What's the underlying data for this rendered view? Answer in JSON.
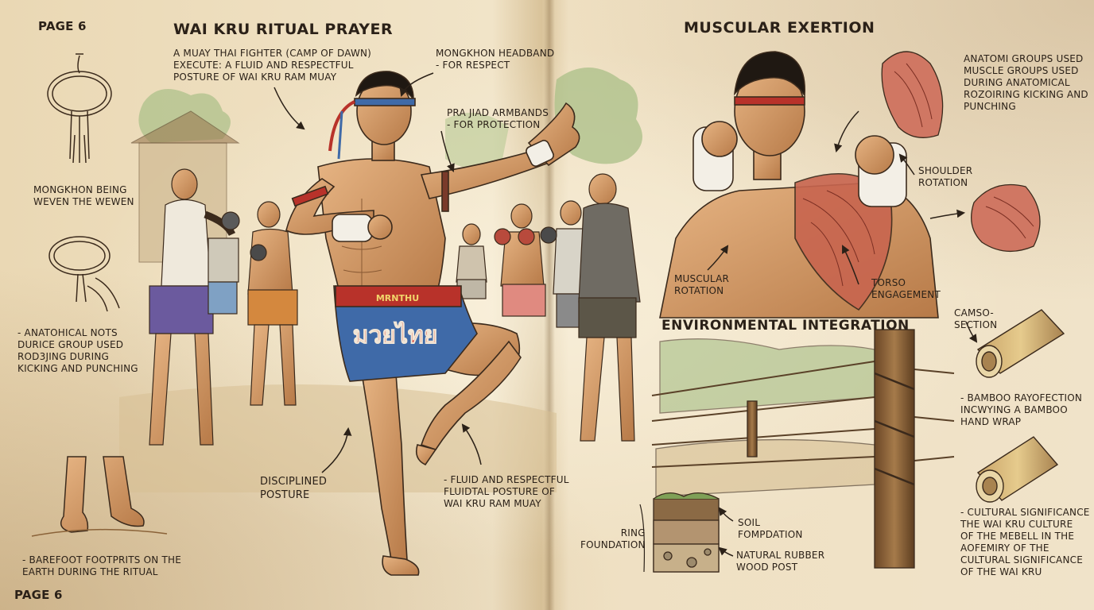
{
  "page_numbers": {
    "top": "PAGE 6",
    "bottom": "PAGE 6"
  },
  "left_page": {
    "title": "WAI KRU RITUAL PRAYER",
    "intro": "A MUAY THAI FIGHTER (CAMP OF DAWN)\nEXECUTE: A FLUID AND RESPECTFUL\nPOSTURE OF WAI KRU RAM MUAY",
    "headband_note": "MONGKHON HEADBAND\n- FOR RESPECT",
    "armbands_note": "PRA JIAD ARMBANDS\n- FOR PROTECTION",
    "mongkhon_weaving": "MONGKHON BEING\nWEVEN THE WEWEN",
    "knots_note": "- ANATOHICAL NOTS\nDURICE GROUP USED\nROD3JING DURING\nKICKING AND PUNCHING",
    "barefoot_note": "- BAREFOOT FOOTPRITS ON THE\nEARTH DURING THE RITUAL",
    "posture_label": "DISCIPLINED\nPOSTURE",
    "fluid_note": "- FLUID AND RESPECTFUL\nFLUIDTAL POSTURE OF\nWAI KRU RAM MUAY",
    "shorts_band": "MRNTHU",
    "shorts_text": "มวยไทย"
  },
  "right_page": {
    "title": "MUSCULAR EXERTION",
    "anatomy_note": "ANATOMI GROUPS USED\nMUSCLE GROUPS USED\nDURING ANATOMICAL\nROZOIRING KICKING AND\nPUNCHING",
    "shoulder_label": "SHOULDER\nROTATION",
    "muscular_label": "MUSCULAR\nROTATION",
    "torso_label": "TORSO\nENGAGEMENT",
    "env_title": "ENVIRONMENTAL INTEGRATION",
    "camso_label": "CAMSO-\nSECTION",
    "bamboo_note": "- BAMBOO RAYOFECTION\nINCWYING A BAMBOO\nHAND WRAP",
    "cultural_note": "- CULTURAL SIGNIFICANCE\nTHE WAI KRU CULTURE\nOF THE MEBELL IN THE\nAOFEMIRY OF THE\nCULTURAL SIGNIFICANCE\nOF THE WAI KRU",
    "ring_foundation": "RING\nFOUNDATION",
    "soil_label": "SOIL\nFOMPDATION",
    "rubber_label": "NATURAL RUBBER\nWOOD POST"
  },
  "colors": {
    "paper": "#efe3c8",
    "ink": "#2b2118",
    "skin": "#d9a06a",
    "shorts_blue": "#3f6aa8",
    "shorts_red": "#b8322a",
    "muscle": "#c8654f",
    "wood": "#8a6238",
    "foliage": "#8fae6a"
  }
}
